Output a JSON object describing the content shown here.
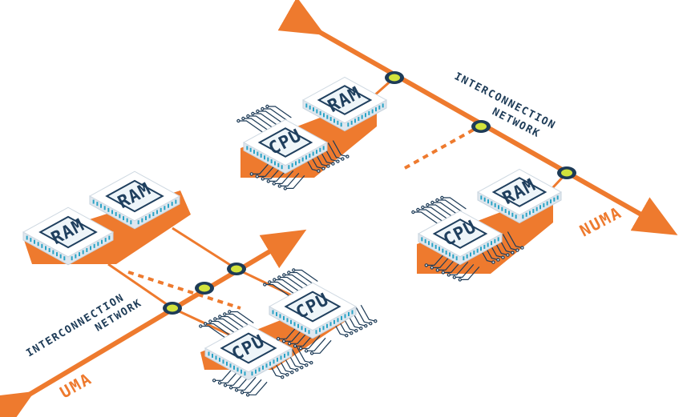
{
  "colors": {
    "accent": "#ee7a2e",
    "node_ring": "#1d3b57",
    "node_fill": "#d2e33c",
    "chip_face": "#ffffff",
    "chip_inner": "#eef5f9",
    "chip_side": "#dfe7ee",
    "chip_border": "#1f3f5e",
    "pins": "#2aa3c6",
    "traces": "#1d3b57"
  },
  "numa": {
    "arch_label": "NUMA",
    "network_label_line1": "INTERCONNECTION",
    "network_label_line2": "NETWORK",
    "chips": [
      {
        "label": "RAM"
      },
      {
        "label": "CPU"
      },
      {
        "label": "RAM"
      },
      {
        "label": "CPU"
      }
    ]
  },
  "uma": {
    "arch_label": "UMA",
    "network_label_line1": "INTERCONNECTION",
    "network_label_line2": "NETWORK",
    "chips": [
      {
        "label": "RAM"
      },
      {
        "label": "RAM"
      },
      {
        "label": "CPU"
      },
      {
        "label": "CPU"
      }
    ]
  }
}
